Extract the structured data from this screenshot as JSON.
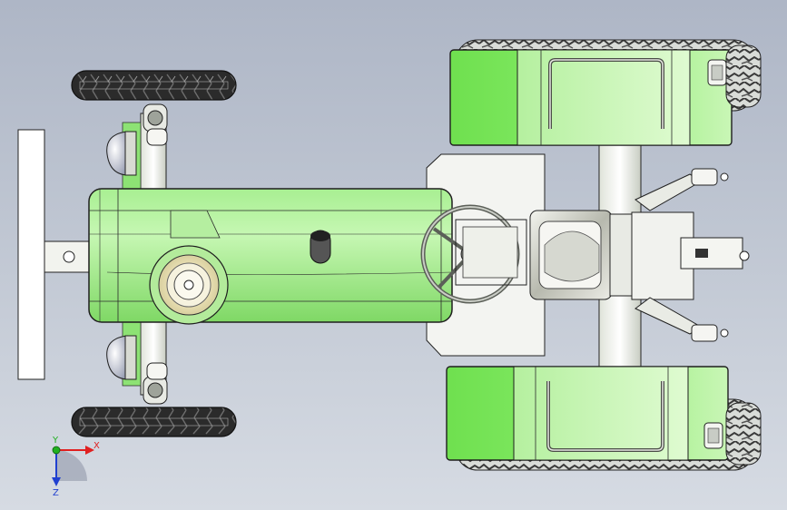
{
  "viewport": {
    "background_top": "#aeb6c6",
    "background_bottom": "#d6dbe3"
  },
  "model": {
    "body_color": "#86e56d",
    "body_highlight": "#c6f7b3",
    "fender_color": "#7ee95e",
    "tire_color": "#2b2b2b",
    "edge_color": "#1e1e1e"
  },
  "triad": {
    "x_label": "X",
    "y_label": "Y",
    "z_label": "Z",
    "x_color": "#e02020",
    "y_color": "#20b020",
    "z_color": "#2040d0"
  }
}
